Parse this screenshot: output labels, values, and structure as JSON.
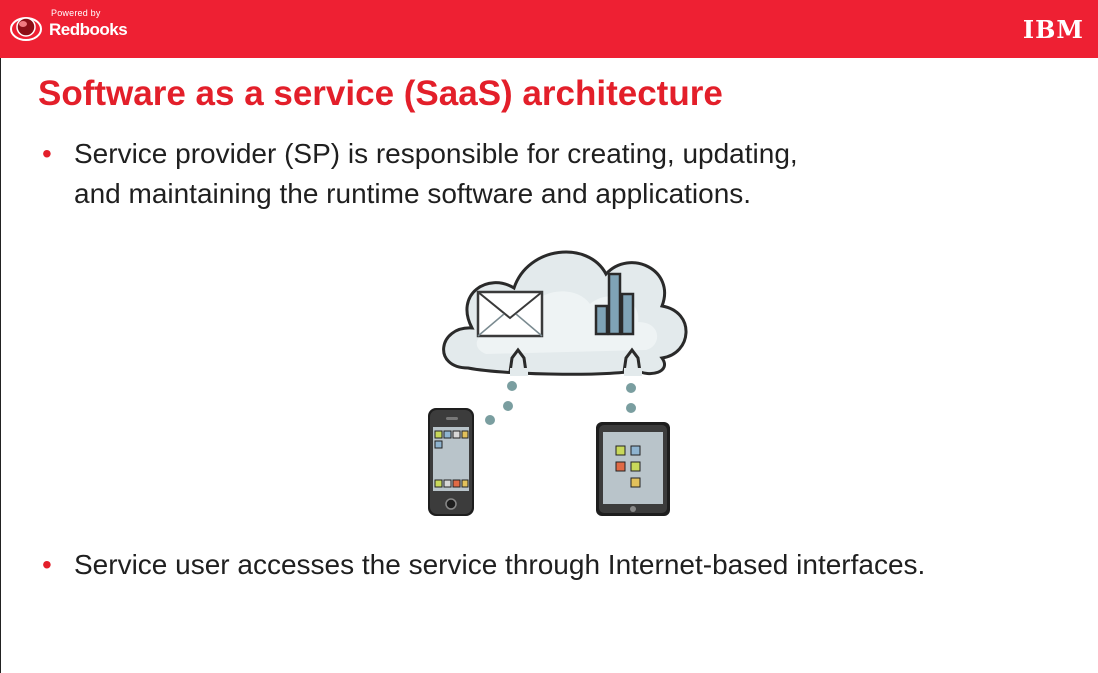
{
  "header": {
    "logo_small_text": "Powered by",
    "logo_text": "Redbooks",
    "brand_mark": "IBM",
    "bar_color": "#ee2033"
  },
  "slide": {
    "title": "Software as a service (SaaS) architecture",
    "title_color": "#e31f2a",
    "bullets": [
      "Service provider (SP) is responsible for creating, updating, and maintaining the runtime software and applications.",
      "Service user accesses the service through Internet-based interfaces."
    ]
  },
  "illustration": {
    "cloud_icons": [
      "envelope-icon",
      "bar-chart-icon"
    ],
    "devices": [
      "smartphone",
      "tablet"
    ]
  }
}
